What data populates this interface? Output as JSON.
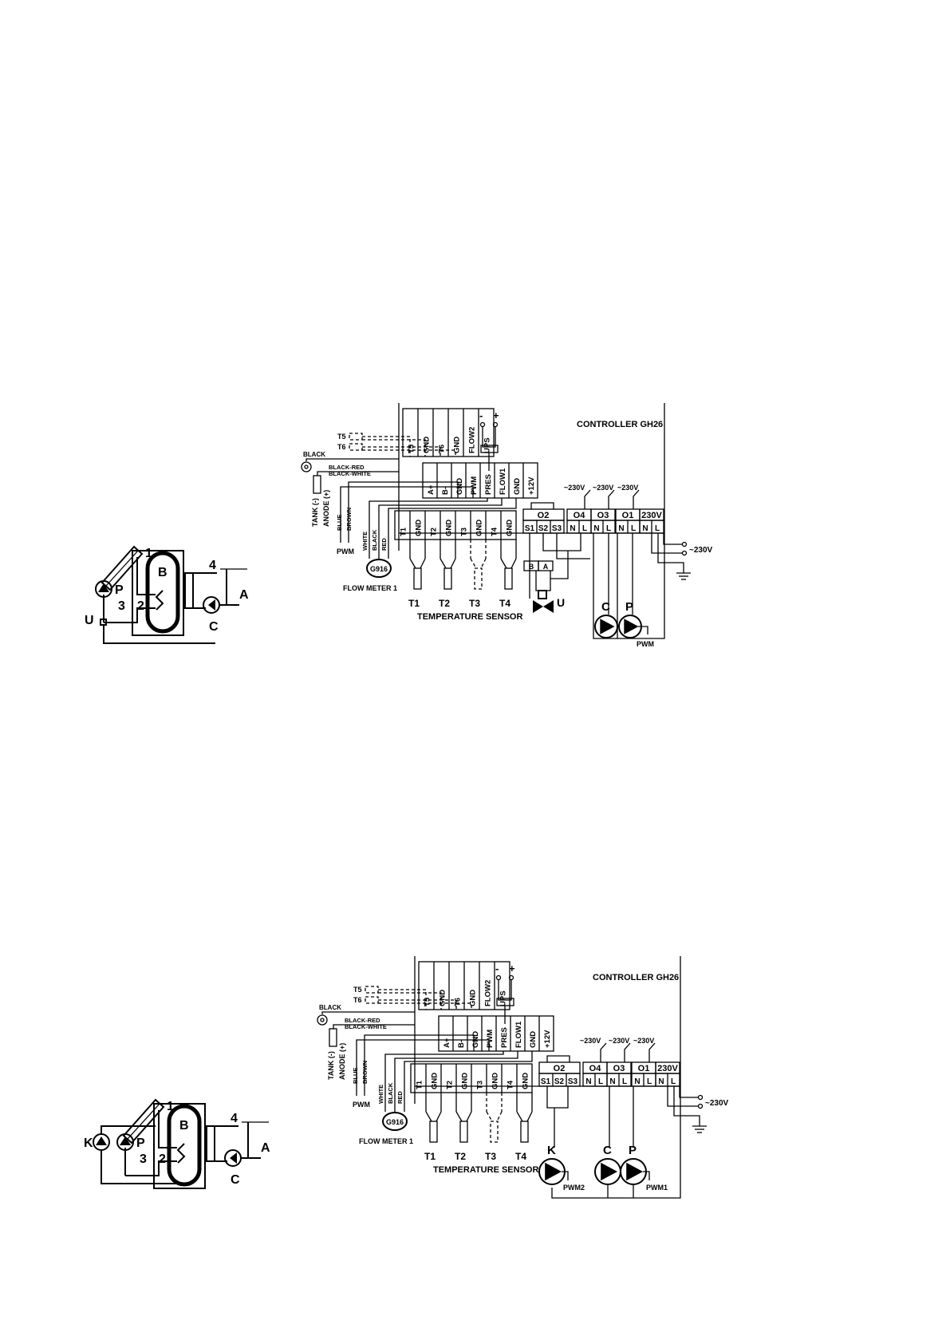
{
  "diagram_1": {
    "controller_title": "CONTROLLER GH26",
    "top_terminals": [
      "T5",
      "GND",
      "T6",
      "GND",
      "FLOW2",
      "UPS"
    ],
    "power_minus": "-",
    "power_plus": "+",
    "comm_terminals": [
      "A+",
      "B-",
      "GND",
      "PWM",
      "PRES",
      "FLOW1",
      "GND",
      "+12V"
    ],
    "sensor_terminals": [
      "T1",
      "GND",
      "T2",
      "GND",
      "T3",
      "GND",
      "T4",
      "GND"
    ],
    "output_groups": [
      "O2",
      "O4",
      "O3",
      "O1",
      "230V"
    ],
    "o2_terminals": [
      "S1",
      "S2",
      "S3"
    ],
    "nl_terminals": [
      "N",
      "L",
      "N",
      "L",
      "N",
      "L",
      "N",
      "L"
    ],
    "voltage_labels": [
      "~230V",
      "~230V",
      "~230V"
    ],
    "mains_label": "~230V",
    "t5_label": "T5",
    "t6_label": "T6",
    "black_label": "BLACK",
    "black_red_label": "BLACK-RED",
    "black_white_label": "BLACK-WHITE",
    "tank_label": "TANK (-)",
    "anode_label": "ANODE (+)",
    "blue_label": "BLUE",
    "brown_label": "BROWN",
    "pwm_label": "PWM",
    "white_label": "WHITE",
    "black2_label": "BLACK",
    "red_label": "RED",
    "flowmeter_model": "G916",
    "flowmeter_label": "FLOW METER 1",
    "sensor_names": [
      "T1",
      "T2",
      "T3",
      "T4"
    ],
    "sensor_caption": "TEMPERATURE SENSOR",
    "valve_ports": [
      "B",
      "A"
    ],
    "valve_label": "U",
    "pump_labels": [
      "C",
      "P"
    ],
    "pump_pwm_label": "PWM",
    "hydraulic": {
      "collector": "1",
      "tank": "B",
      "coil": "2",
      "sensor3": "3",
      "sensor4": "4",
      "pump": "P",
      "valve": "U",
      "circ_pump": "C",
      "consumer": "A"
    }
  },
  "diagram_2": {
    "controller_title": "CONTROLLER GH26",
    "top_terminals": [
      "T5",
      "GND",
      "T6",
      "GND",
      "FLOW2",
      "UPS"
    ],
    "power_minus": "-",
    "power_plus": "+",
    "comm_terminals": [
      "A+",
      "B-",
      "GND",
      "PWM",
      "PRES",
      "FLOW1",
      "GND",
      "+12V"
    ],
    "sensor_terminals": [
      "T1",
      "GND",
      "T2",
      "GND",
      "T3",
      "GND",
      "T4",
      "GND"
    ],
    "output_groups": [
      "O2",
      "O4",
      "O3",
      "O1",
      "230V"
    ],
    "o2_terminals": [
      "S1",
      "S2",
      "S3"
    ],
    "nl_terminals": [
      "N",
      "L",
      "N",
      "L",
      "N",
      "L",
      "N",
      "L"
    ],
    "voltage_labels": [
      "~230V",
      "~230V",
      "~230V"
    ],
    "mains_label": "~230V",
    "t5_label": "T5",
    "t6_label": "T6",
    "black_label": "BLACK",
    "black_red_label": "BLACK-RED",
    "black_white_label": "BLACK-WHITE",
    "tank_label": "TANK (-)",
    "anode_label": "ANODE (+)",
    "blue_label": "BLUE",
    "brown_label": "BROWN",
    "pwm_label": "PWM",
    "white_label": "WHITE",
    "black2_label": "BLACK",
    "red_label": "RED",
    "flowmeter_model": "G916",
    "flowmeter_label": "FLOW METER 1",
    "sensor_names": [
      "T1",
      "T2",
      "T3",
      "T4"
    ],
    "sensor_caption": "TEMPERATURE SENSOR",
    "pump_labels": [
      "K",
      "C",
      "P"
    ],
    "pump_pwm_labels": [
      "PWM2",
      "PWM1"
    ],
    "hydraulic": {
      "collector": "1",
      "tank": "B",
      "coil": "2",
      "sensor3": "3",
      "sensor4": "4",
      "pump_k": "K",
      "pump_p": "P",
      "circ_pump": "C",
      "consumer": "A"
    }
  }
}
